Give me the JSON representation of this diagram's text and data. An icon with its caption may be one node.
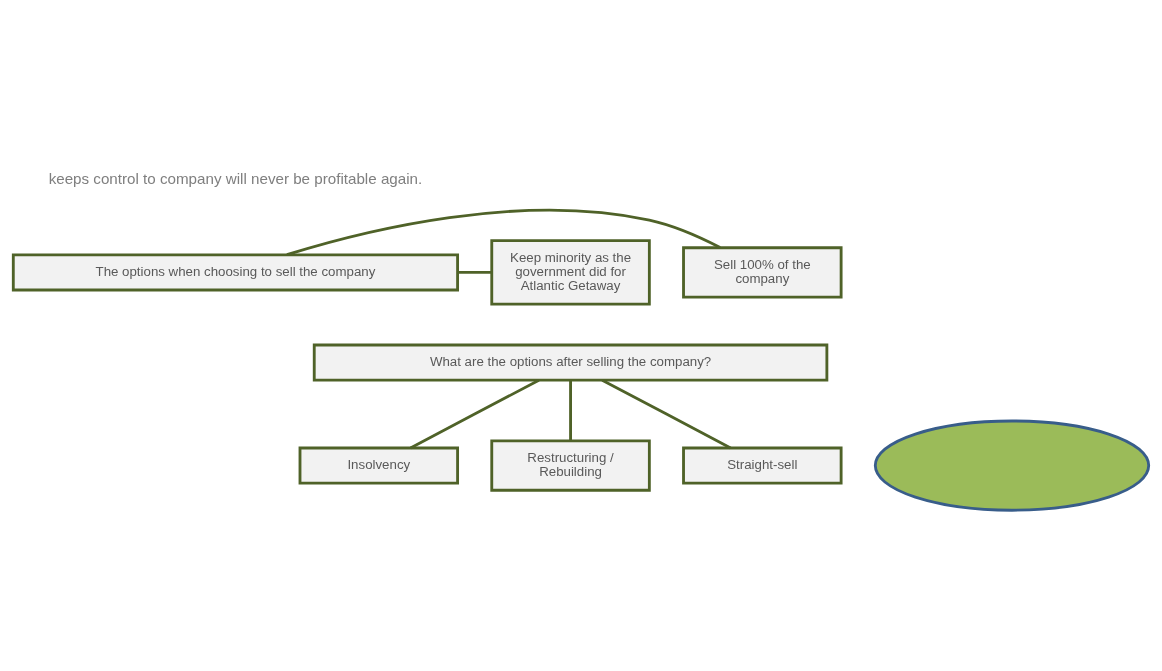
{
  "diagram": {
    "nodes": [
      {
        "text": [
          "The options when choosing to sell the company"
        ]
      },
      {
        "text": [
          "Sell 100% of the company"
        ]
      },
      {
        "text": [
          "Keep minority as the government did for Atlantic Getaway"
        ]
      },
      {
        "text": [
          "What are the options after selling the company?"
        ]
      },
      {
        "text": [],
        "shape": "ellipse"
      },
      {
        "text": [
          "Insolvency"
        ]
      },
      {
        "text": [
          "Restructuring / Rebuilding"
        ]
      },
      {
        "text": [
          "Straight-sell"
        ]
      }
    ],
    "edges": [
      {
        "from": 0,
        "to": 1,
        "arrow": "none"
      },
      {
        "from": 0,
        "to": 2,
        "arrow": "none"
      },
      {
        "from": 3,
        "to": 5,
        "arrow": "none"
      },
      {
        "from": 3,
        "to": 6,
        "arrow": "none"
      },
      {
        "from": 3,
        "to": 7,
        "arrow": "none"
      }
    ],
    "labels": [
      "keeps control to company will never be profitable again."
    ]
  }
}
